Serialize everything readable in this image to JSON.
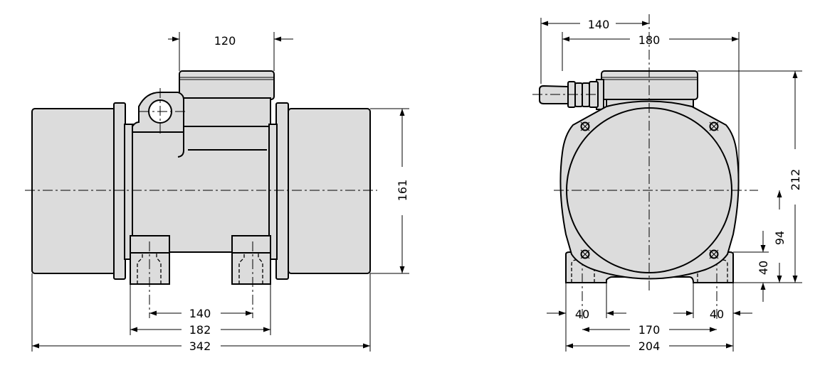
{
  "side_view": {
    "dimensions": {
      "top_box_width": "120",
      "height": "161",
      "foot_hole_spacing": "140",
      "foot_outer_width": "182",
      "total_length": "342"
    }
  },
  "end_view": {
    "dimensions": {
      "cable_offset": "140",
      "box_offset": "180",
      "total_height": "212",
      "axis_height": "94",
      "foot_height": "40",
      "foot_left_width": "40",
      "foot_right_width": "40",
      "foot_hole_spacing": "170",
      "foot_total_width": "204"
    }
  }
}
